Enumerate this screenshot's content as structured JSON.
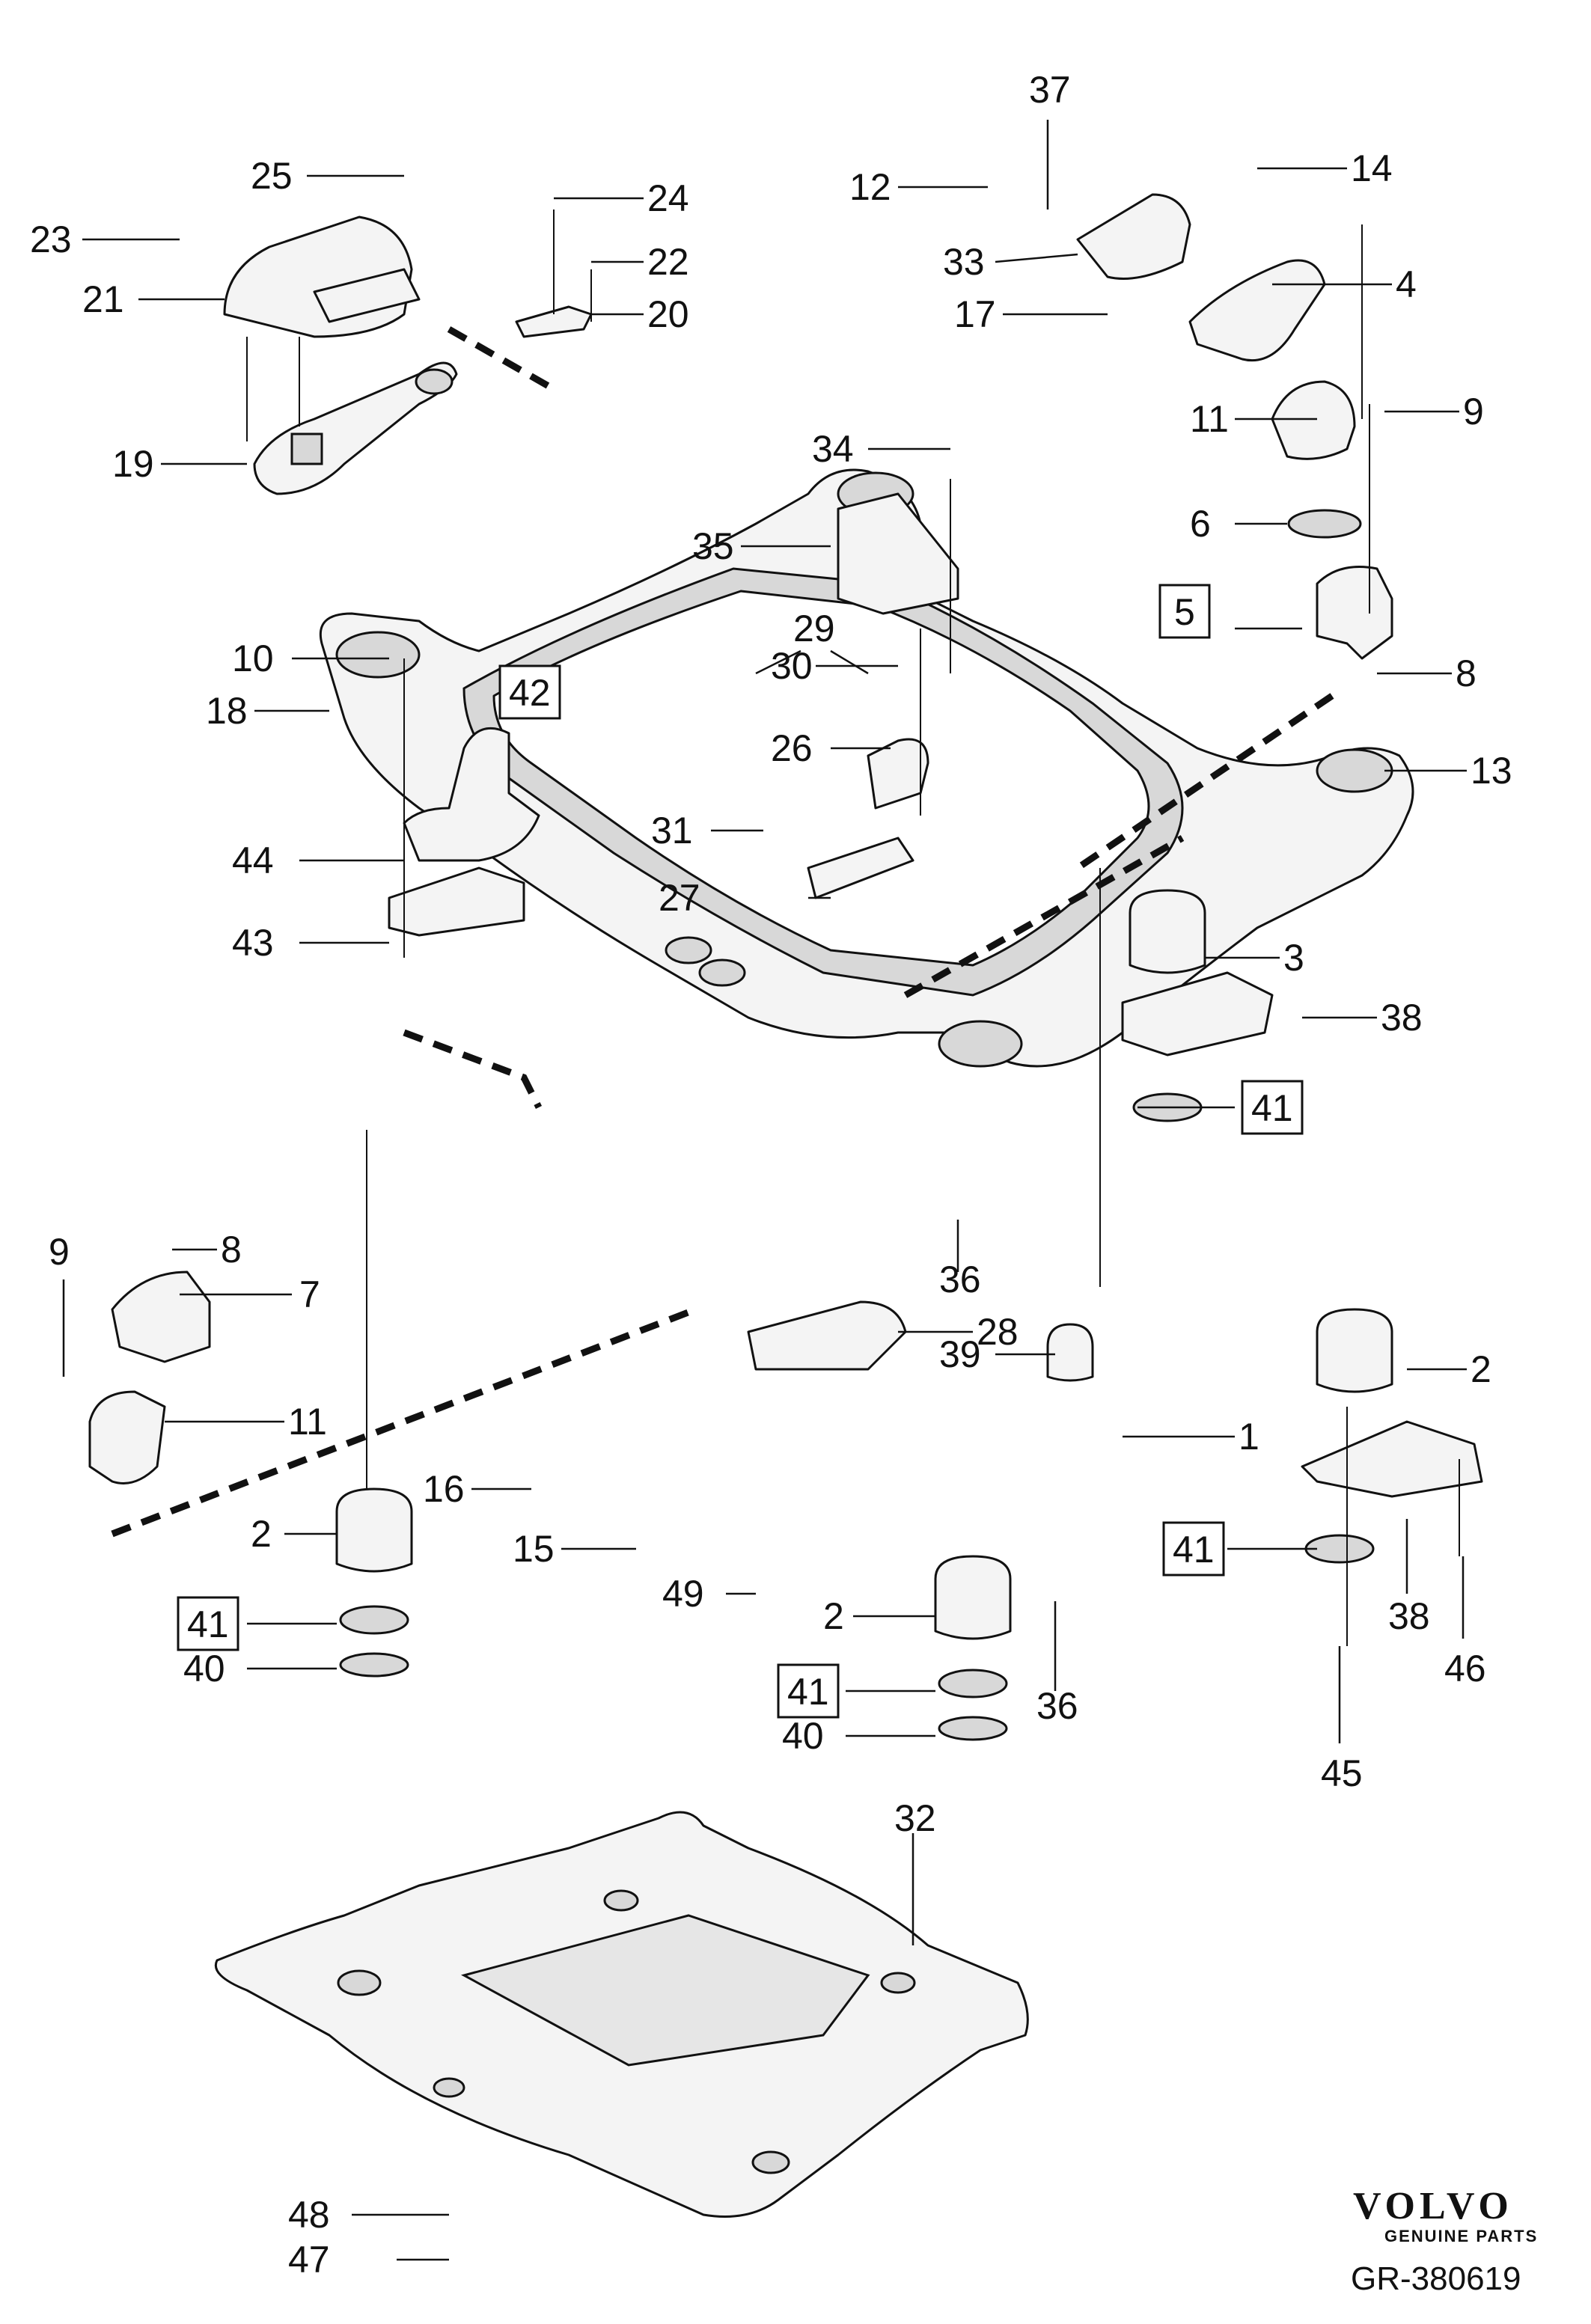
{
  "diagram": {
    "callouts": [
      {
        "n": "1"
      },
      {
        "n": "2"
      },
      {
        "n": "2"
      },
      {
        "n": "2"
      },
      {
        "n": "3"
      },
      {
        "n": "4"
      },
      {
        "n": "5"
      },
      {
        "n": "6"
      },
      {
        "n": "7"
      },
      {
        "n": "8"
      },
      {
        "n": "8"
      },
      {
        "n": "9"
      },
      {
        "n": "9"
      },
      {
        "n": "10"
      },
      {
        "n": "11"
      },
      {
        "n": "11"
      },
      {
        "n": "12"
      },
      {
        "n": "13"
      },
      {
        "n": "14"
      },
      {
        "n": "15"
      },
      {
        "n": "16"
      },
      {
        "n": "17"
      },
      {
        "n": "18"
      },
      {
        "n": "19"
      },
      {
        "n": "20"
      },
      {
        "n": "21"
      },
      {
        "n": "22"
      },
      {
        "n": "23"
      },
      {
        "n": "24"
      },
      {
        "n": "25"
      },
      {
        "n": "26"
      },
      {
        "n": "27"
      },
      {
        "n": "28"
      },
      {
        "n": "29"
      },
      {
        "n": "30"
      },
      {
        "n": "31"
      },
      {
        "n": "32"
      },
      {
        "n": "33"
      },
      {
        "n": "34"
      },
      {
        "n": "35"
      },
      {
        "n": "36"
      },
      {
        "n": "36"
      },
      {
        "n": "37"
      },
      {
        "n": "38"
      },
      {
        "n": "38"
      },
      {
        "n": "39"
      },
      {
        "n": "40"
      },
      {
        "n": "40"
      },
      {
        "n": "41"
      },
      {
        "n": "41"
      },
      {
        "n": "41"
      },
      {
        "n": "41"
      },
      {
        "n": "42"
      },
      {
        "n": "43"
      },
      {
        "n": "44"
      },
      {
        "n": "45"
      },
      {
        "n": "46"
      },
      {
        "n": "47"
      },
      {
        "n": "48"
      },
      {
        "n": "49"
      }
    ]
  },
  "brand": {
    "name": "VOLVO",
    "tagline": "GENUINE PARTS"
  },
  "figure_code": "GR-380619"
}
